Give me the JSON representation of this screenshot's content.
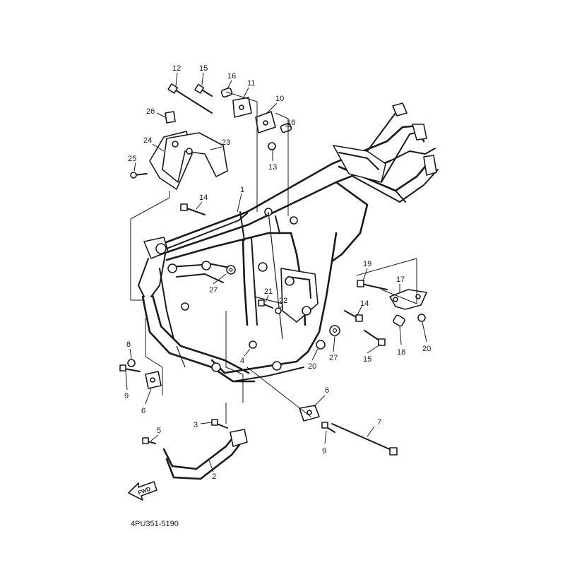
{
  "diagram": {
    "part_numbers": [
      "1",
      "2",
      "3",
      "4",
      "5",
      "6",
      "7",
      "8",
      "9",
      "10",
      "11",
      "12",
      "13",
      "14",
      "15",
      "16",
      "17",
      "18",
      "19",
      "20",
      "21",
      "22",
      "23",
      "24",
      "25",
      "26",
      "27"
    ],
    "callouts": {
      "c12": "12",
      "c15a": "15",
      "c16a": "16",
      "c11": "11",
      "c10": "10",
      "c16b": "16",
      "c26": "26",
      "c24": "24",
      "c23": "23",
      "c25": "25",
      "c13": "13",
      "c14a": "14",
      "c1": "1",
      "c27a": "27",
      "c19": "19",
      "c17": "17",
      "c21": "21",
      "c22": "22",
      "c14b": "14",
      "c4": "4",
      "c20a": "20",
      "c27b": "27",
      "c15b": "15",
      "c18": "18",
      "c20b": "20",
      "c8": "8",
      "c9a": "9",
      "c6a": "6",
      "c6b": "6",
      "c7": "7",
      "c5": "5",
      "c3": "3",
      "c9b": "9",
      "c2": "2"
    },
    "fwd_label": "FWD",
    "diagram_code": "4PU351-5190"
  }
}
